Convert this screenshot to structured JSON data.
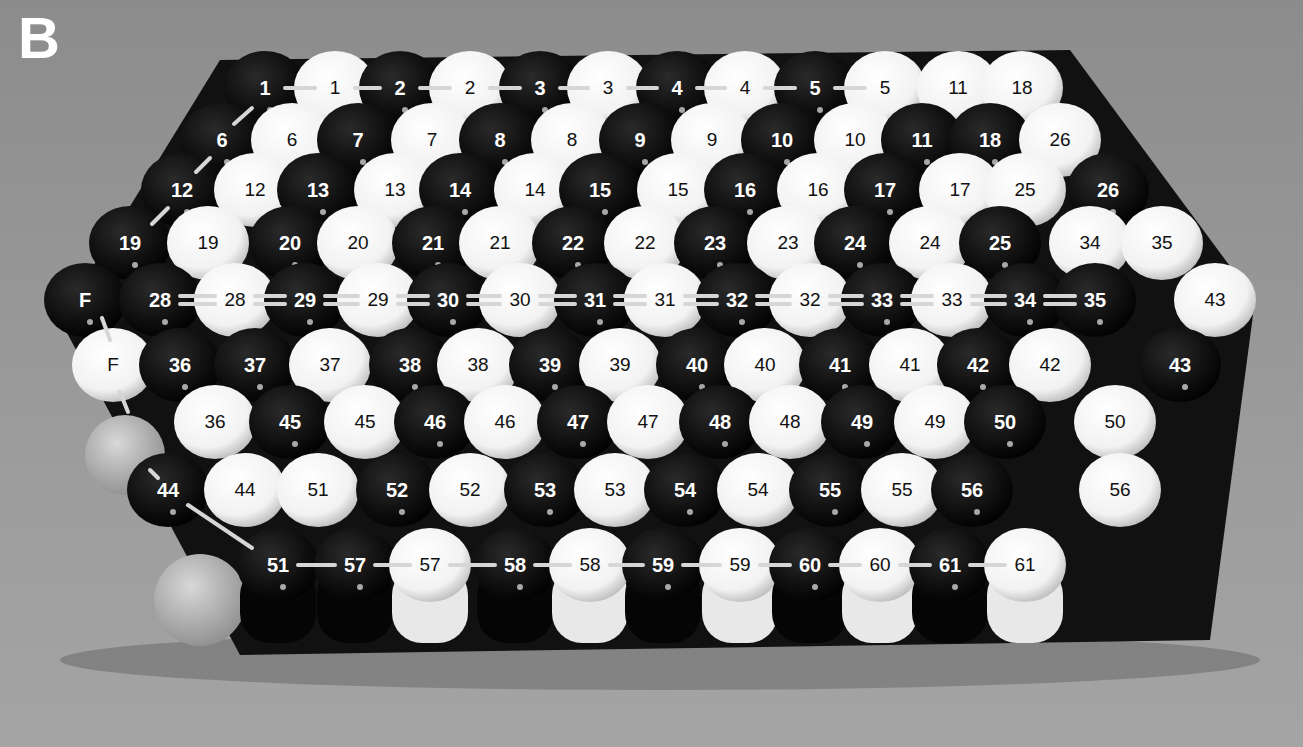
{
  "diagram": {
    "labels": [
      "B",
      "1",
      "1",
      "2",
      "2",
      "3",
      "3",
      "4",
      "4",
      "5",
      "5",
      "11",
      "18",
      "6",
      "6",
      "7",
      "7",
      "8",
      "8",
      "9",
      "9",
      "10",
      "10",
      "11",
      "18",
      "26",
      "12",
      "12",
      "13",
      "13",
      "14",
      "14",
      "15",
      "15",
      "16",
      "16",
      "17",
      "17",
      "25",
      "26",
      "19",
      "19",
      "20",
      "20",
      "21",
      "21",
      "22",
      "22",
      "23",
      "23",
      "24",
      "24",
      "25",
      "34",
      "35",
      "F",
      "28",
      "28",
      "29",
      "29",
      "30",
      "30",
      "31",
      "31",
      "32",
      "32",
      "33",
      "33",
      "34",
      "35",
      "43",
      "F",
      "36",
      "37",
      "37",
      "38",
      "38",
      "39",
      "39",
      "40",
      "40",
      "41",
      "41",
      "42",
      "42",
      "43",
      "36",
      "45",
      "45",
      "46",
      "46",
      "47",
      "47",
      "48",
      "48",
      "49",
      "49",
      "50",
      "50",
      "44",
      "44",
      "51",
      "52",
      "52",
      "53",
      "53",
      "54",
      "54",
      "55",
      "55",
      "56",
      "56",
      "51",
      "57",
      "57",
      "58",
      "58",
      "59",
      "59",
      "60",
      "60",
      "61",
      "61"
    ]
  }
}
